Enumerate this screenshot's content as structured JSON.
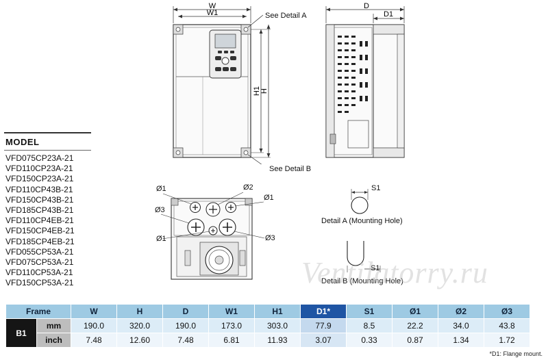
{
  "labels": {
    "w": "W",
    "w1": "W1",
    "h": "H",
    "h1": "H1",
    "d": "D",
    "d1": "D1",
    "detail_a_ref": "See Detail A",
    "detail_b_ref": "See Detail B",
    "s1_top": "S1",
    "s1_bottom": "S1",
    "detail_a_caption": "Detail A (Mounting Hole)",
    "detail_b_caption": "Detail B (Mounting Hole)",
    "phi1_a": "Ø1",
    "phi2": "Ø2",
    "phi1_b": "Ø1",
    "phi3_a": "Ø3",
    "phi1_c": "Ø1",
    "phi3_b": "Ø3"
  },
  "model_section": {
    "title": "MODEL",
    "models": [
      "VFD075CP23A-21",
      "VFD110CP23A-21",
      "VFD150CP23A-21",
      "VFD110CP43B-21",
      "VFD150CP43B-21",
      "VFD185CP43B-21",
      "VFD110CP4EB-21",
      "VFD150CP4EB-21",
      "VFD185CP4EB-21",
      "VFD055CP53A-21",
      "VFD075CP53A-21",
      "VFD110CP53A-21",
      "VFD150CP53A-21"
    ]
  },
  "watermark": "Ventilatorry.ru",
  "table": {
    "frame_header": "Frame",
    "columns": [
      "W",
      "H",
      "D",
      "W1",
      "H1",
      "D1*",
      "S1",
      "Ø1",
      "Ø2",
      "Ø3"
    ],
    "highlight_column": "D1*",
    "frame": "B1",
    "rows": [
      {
        "unit": "mm",
        "values": [
          "190.0",
          "320.0",
          "190.0",
          "173.0",
          "303.0",
          "77.9",
          "8.5",
          "22.2",
          "34.0",
          "43.8"
        ]
      },
      {
        "unit": "inch",
        "values": [
          "7.48",
          "12.60",
          "7.48",
          "6.81",
          "11.93",
          "3.07",
          "0.33",
          "0.87",
          "1.34",
          "1.72"
        ]
      }
    ]
  },
  "footnote": "*D1: Flange mount.",
  "colors": {
    "header_blue": "#9ecae3",
    "highlight_blue": "#1f55a4",
    "frame_black": "#151515",
    "row_light": "#dcecf7"
  }
}
